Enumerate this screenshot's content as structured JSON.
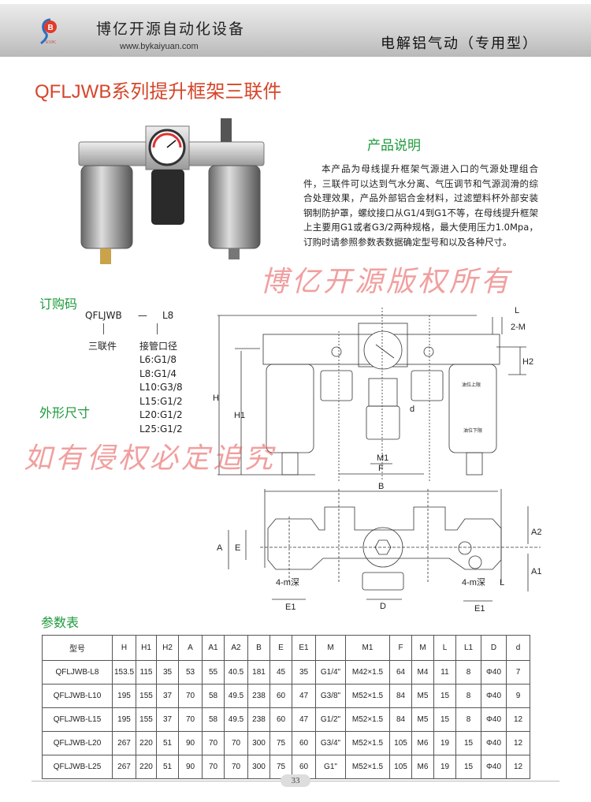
{
  "header": {
    "company": "博亿开源自动化设备",
    "website": "www.bykaiyuan.com",
    "logo_text": "KYPC",
    "category": "电解铝气动（专用型）"
  },
  "title": "QFLJWB系列提升框架三联件",
  "description": {
    "heading": "产品说明",
    "text": "本产品为母线提升框架气源进入口的气源处理组合件，三联件可以达到气水分离、气压调节和气源润滑的综合处理效果，产品外部铝合金材料，过滤塑料杯外部安装钢制防护罩，螺纹接口从G1/4到G1不等，在母线提升框架上主要用G1或者G3/2两种规格，最大使用压力1.0Mpa，订购时请参照参数表数据确定型号和以及各种尺寸。"
  },
  "order_code": {
    "heading": "订购码",
    "series": "QFLJWB",
    "dash": "—",
    "code": "L8",
    "series_label": "三联件",
    "code_label": "接管口径",
    "options": [
      "L6:G1/8",
      "L8:G1/4",
      "L10:G3/8",
      "L15:G1/2",
      "L20:G1/2",
      "L25:G1/2"
    ]
  },
  "dimensions": {
    "heading": "外形尺寸",
    "front_labels": {
      "H": "H",
      "H1": "H1",
      "H2": "H2",
      "L": "L",
      "M2": "2-M",
      "M1": "M1",
      "F": "F",
      "d": "d",
      "oil_top": "油位上限",
      "oil_bottom": "油位下限"
    },
    "top_labels": {
      "B": "B",
      "A": "A",
      "E": "E",
      "A1": "A1",
      "A2": "A2",
      "D": "D",
      "E1": "E1",
      "depth_left": "4-m深",
      "depth_right": "4-m深",
      "L": "L"
    }
  },
  "watermark": {
    "line1": "博亿开源版权所有",
    "line2": "如有侵权必定追究"
  },
  "params": {
    "heading": "参数表",
    "columns": [
      "型号",
      "H",
      "H1",
      "H2",
      "A",
      "A1",
      "A2",
      "B",
      "E",
      "E1",
      "M",
      "M1",
      "F",
      "M",
      "L",
      "L1",
      "D",
      "d"
    ],
    "rows": [
      [
        "QFLJWB-L8",
        "153.5",
        "115",
        "35",
        "53",
        "55",
        "40.5",
        "181",
        "45",
        "35",
        "G1/4\"",
        "M42×1.5",
        "64",
        "M4",
        "11",
        "8",
        "Φ40",
        "7"
      ],
      [
        "QFLJWB-L10",
        "195",
        "155",
        "37",
        "70",
        "58",
        "49.5",
        "238",
        "60",
        "47",
        "G3/8\"",
        "M52×1.5",
        "84",
        "M5",
        "15",
        "8",
        "Φ40",
        "9"
      ],
      [
        "QFLJWB-L15",
        "195",
        "155",
        "37",
        "70",
        "58",
        "49.5",
        "238",
        "60",
        "47",
        "G1/2\"",
        "M52×1.5",
        "84",
        "M5",
        "15",
        "8",
        "Φ40",
        "12"
      ],
      [
        "QFLJWB-L20",
        "267",
        "220",
        "51",
        "90",
        "70",
        "70",
        "300",
        "75",
        "60",
        "G3/4\"",
        "M52×1.5",
        "105",
        "M6",
        "19",
        "15",
        "Φ40",
        "12"
      ],
      [
        "QFLJWB-L25",
        "267",
        "220",
        "51",
        "90",
        "70",
        "70",
        "300",
        "75",
        "60",
        "G1\"",
        "M52×1.5",
        "105",
        "M6",
        "19",
        "15",
        "Φ40",
        "12"
      ]
    ]
  },
  "page_number": "33",
  "colors": {
    "title": "#d5462a",
    "section": "#1e9a3c",
    "logo": "#2a6fc0"
  }
}
